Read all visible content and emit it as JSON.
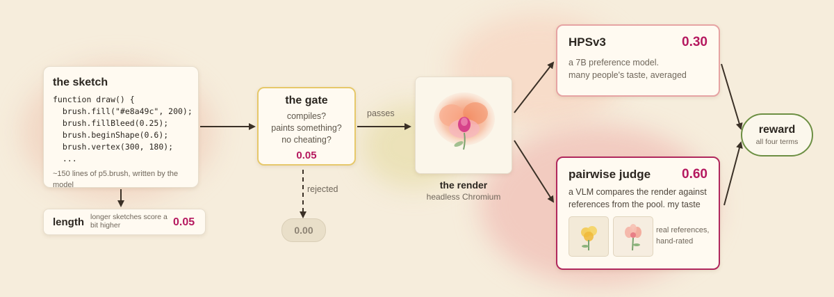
{
  "sketch": {
    "title": "the sketch",
    "code": "function draw() {\n  brush.fill(\"#e8a49c\", 200);\n  brush.fillBleed(0.25);\n  brush.beginShape(0.6);\n  brush.vertex(300, 180);\n  ...",
    "caption": "~150 lines of p5.brush, written by the model"
  },
  "length": {
    "title": "length",
    "description": "longer sketches score a bit higher",
    "score": "0.05"
  },
  "gate": {
    "title": "the gate",
    "checks": "compiles?\npaints something?\nno cheating?",
    "score": "0.05"
  },
  "rejected": {
    "label": "rejected",
    "score": "0.00"
  },
  "passes_label": "passes",
  "render": {
    "title": "the render",
    "subtitle": "headless Chromium"
  },
  "hpsv3": {
    "title": "HPSv3",
    "score": "0.30",
    "description": "a 7B preference model.\nmany people's taste, averaged"
  },
  "pairwise": {
    "title": "pairwise judge",
    "score": "0.60",
    "description": "a VLM compares the render against references from the pool. my taste",
    "references_note": "real references, hand-rated"
  },
  "reward": {
    "title": "reward",
    "subtitle": "all four terms"
  },
  "colors": {
    "background": "#f6eddc",
    "score": "#b5195f",
    "gate_border": "#e6c86a",
    "hps_border": "#e6a3a3",
    "pairwise_border": "#b0275c",
    "reward_border": "#6c8f43"
  }
}
